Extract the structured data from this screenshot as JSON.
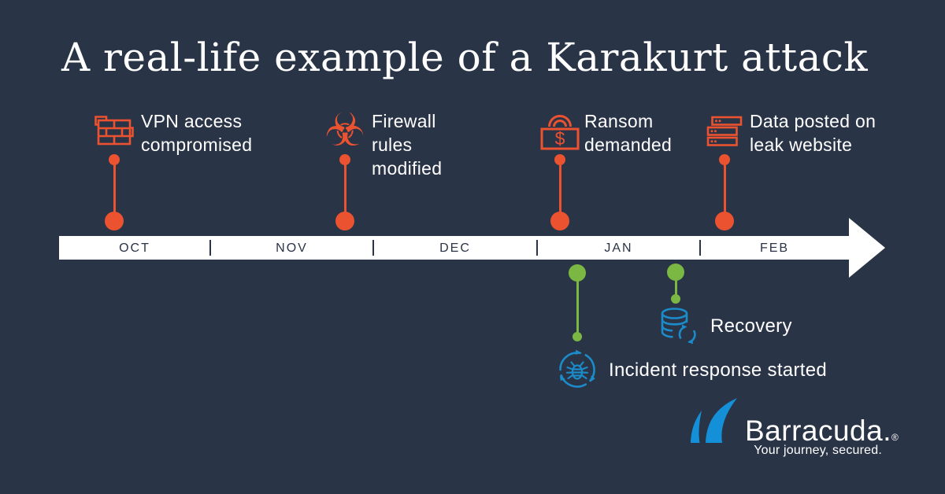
{
  "title": "A real-life example of a Karakurt attack",
  "colors": {
    "background": "#2a3447",
    "accent_orange": "#ea5230",
    "accent_green": "#7ab843",
    "icon_blue": "#1b8bc9",
    "logo_blue": "#1490d8",
    "timeline_white": "#ffffff"
  },
  "timeline": {
    "months": [
      "OCT",
      "NOV",
      "DEC",
      "JAN",
      "FEB"
    ]
  },
  "events_above": [
    {
      "name": "vpn-access-compromised",
      "icon": "firewall-brick-icon",
      "lines": [
        "VPN access",
        "compromised"
      ]
    },
    {
      "name": "firewall-rules-modified",
      "icon": "biohazard-icon",
      "lines": [
        "Firewall",
        "rules",
        "modified"
      ]
    },
    {
      "name": "ransom-demanded",
      "icon": "ransom-lock-icon",
      "lines": [
        "Ransom",
        "demanded"
      ]
    },
    {
      "name": "data-posted-on-leak-website",
      "icon": "server-stack-icon",
      "lines": [
        "Data posted on",
        "leak website"
      ]
    }
  ],
  "events_below": [
    {
      "name": "incident-response-started",
      "icon": "bug-quarantine-icon",
      "label": "Incident response started"
    },
    {
      "name": "recovery",
      "icon": "database-refresh-icon",
      "label": "Recovery"
    }
  ],
  "icons": {
    "biohazard_glyph": "☣",
    "ransom_currency": "$"
  },
  "logo": {
    "brand": "Barracuda.",
    "registered": "®",
    "tagline": "Your journey, secured."
  }
}
